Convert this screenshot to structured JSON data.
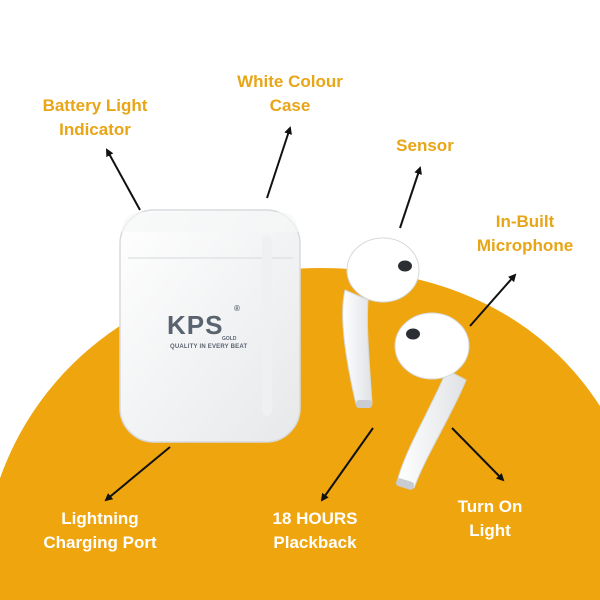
{
  "labels": {
    "battery_light": {
      "line1": "Battery Light",
      "line2": "Indicator"
    },
    "white_case": {
      "line1": "White Colour",
      "line2": "Case"
    },
    "sensor": {
      "line1": "Sensor"
    },
    "microphone": {
      "line1": "In-Built",
      "line2": "Microphone"
    },
    "lightning": {
      "line1": "Lightning",
      "line2": "Charging Port"
    },
    "playback": {
      "line1": "18 HOURS",
      "line2": "Plackback"
    },
    "turn_on": {
      "line1": "Turn On",
      "line2": "Light"
    }
  },
  "brand": {
    "logo": "KPS",
    "sub": "GOLD",
    "tagline": "QUALITY IN EVERY BEAT",
    "registered": "®"
  },
  "colors": {
    "accent_gold": "#E8A516",
    "text_gold": "#E8A516",
    "background": "#FFFFFF",
    "arrow": "#111111"
  }
}
